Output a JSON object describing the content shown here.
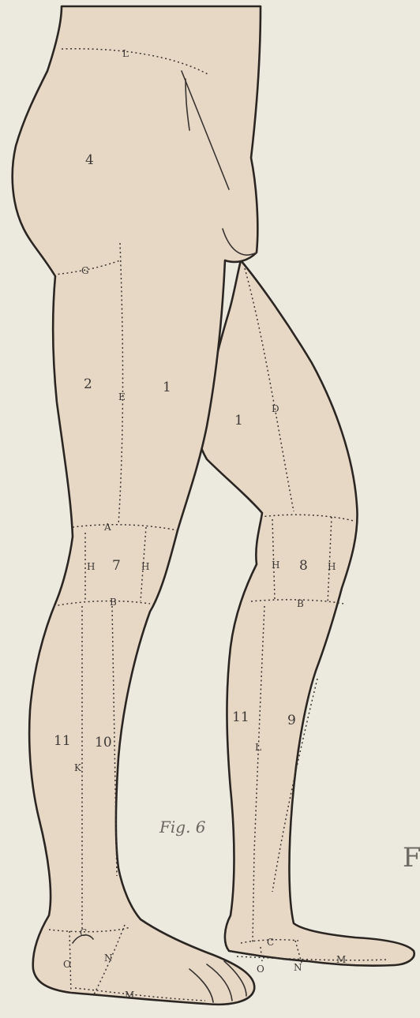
{
  "figure": {
    "caption": "Fig. 6",
    "edge_letter": "F"
  },
  "regions": [
    "4",
    "2",
    "1",
    "1",
    "7",
    "8",
    "10",
    "11",
    "11",
    "9"
  ],
  "boundaries": [
    "L",
    "G",
    "E",
    "D",
    "A",
    "H",
    "H",
    "H",
    "H",
    "B",
    "B",
    "K",
    "L",
    "C",
    "C",
    "O",
    "N",
    "O",
    "N",
    "M",
    "M"
  ]
}
